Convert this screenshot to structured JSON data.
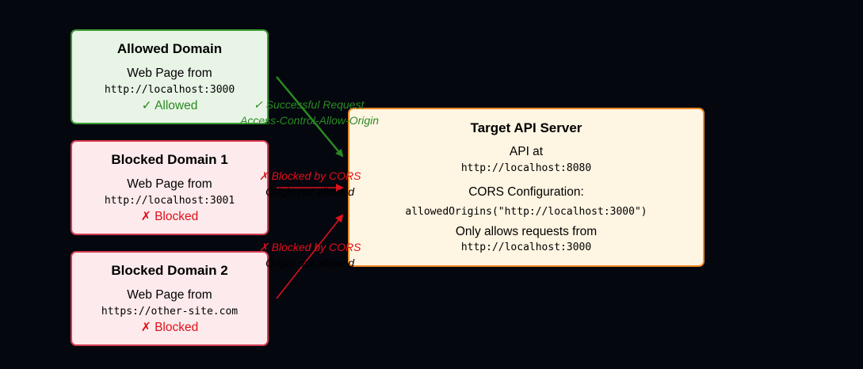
{
  "colors": {
    "background": "#05070f",
    "allowed_fill": "#e8f4e6",
    "allowed_border": "#3a9a33",
    "blocked_fill": "#fdeaec",
    "blocked_border": "#d63b4f",
    "server_fill": "#fff5e3",
    "server_border": "#ef8a26",
    "allowed_arrow": "#2a8a22",
    "blocked_arrow": "#e0101a"
  },
  "allowed_domain": {
    "title": "Allowed Domain",
    "line1": "Web Page from",
    "url": "http://localhost:3000",
    "status": "✓ Allowed"
  },
  "blocked_domain_1": {
    "title": "Blocked Domain 1",
    "line1": "Web Page from",
    "url": "http://localhost:3001",
    "status": "✗ Blocked"
  },
  "blocked_domain_2": {
    "title": "Blocked Domain 2",
    "line1": "Web Page from",
    "url": "https://other-site.com",
    "status": "✗ Blocked"
  },
  "server": {
    "title": "Target API Server",
    "api_label": "API at",
    "api_url": "http://localhost:8080",
    "cors_label": "CORS Configuration:",
    "cors_code": "allowedOrigins(\"http://localhost:3000\")",
    "allows_label": "Only allows requests from",
    "allows_url": "http://localhost:3000"
  },
  "edges": {
    "allowed": {
      "label1": "✓ Successful Request",
      "label2": "Access-Control-Allow-Origin"
    },
    "blocked1": {
      "label1": "✗ Blocked by CORS",
      "label2": "Origin not allowed"
    },
    "blocked2": {
      "label1": "✗ Blocked by CORS",
      "label2": "Origin not allowed"
    }
  }
}
